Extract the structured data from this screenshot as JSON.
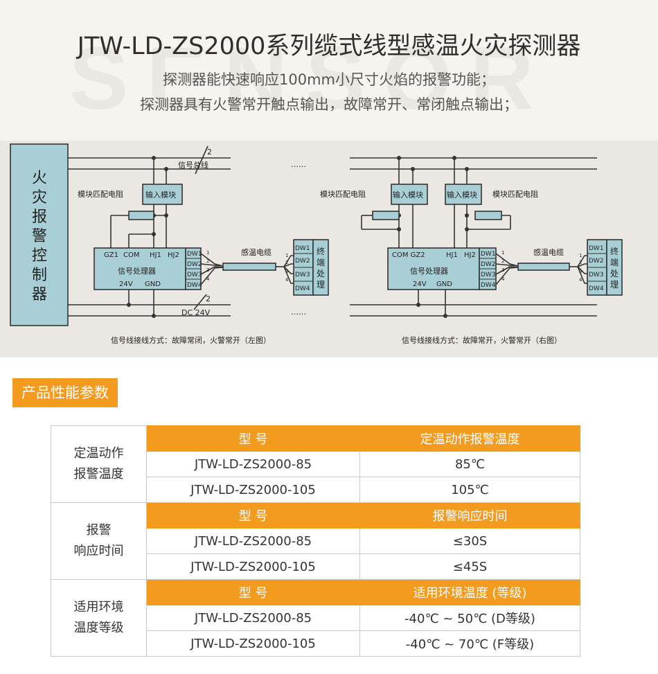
{
  "header": {
    "watermark": "SENSOR",
    "title": "JTW-LD-ZS2000系列缆式线型感温火灾探测器",
    "subtitle_1": "探测器能快速响应100mm小尺寸火焰的报警功能；",
    "subtitle_2": "探测器具有火警常开触点输出，故障常开、常闭触点输出；"
  },
  "diagram": {
    "controller_label": "火灾报警控制器",
    "signal_bus": "信号总线",
    "bus_count": "2",
    "power_label": "DC 24V",
    "ellipsis": "……",
    "module_resistor": "模块匹配电阻",
    "input_module": "输入模块",
    "processor": "信号处理器",
    "cable": "感温电缆",
    "terminal": "终端处理器",
    "pins": {
      "gz1": "GZ1",
      "com": "COM",
      "com_gz2": "COM GZ2",
      "hj1": "HJ1",
      "hj2": "HJ2",
      "v24": "24V",
      "gnd": "GND",
      "dw": [
        "DW1",
        "DW2",
        "DW3",
        "DW4"
      ],
      "wire_nums": [
        "1",
        "2",
        "3",
        "4"
      ]
    },
    "caption_left": "信号线接线方式：故障常闭，火警常开（左图）",
    "caption_right": "信号线接线方式：故障常开，火警常开（右图）"
  },
  "section_title": "产品性能参数",
  "table": {
    "model_header": "型 号",
    "groups": [
      {
        "label_lines": [
          "定温动作",
          "报警温度"
        ],
        "value_header": "定温动作报警温度",
        "rows": [
          {
            "model": "JTW-LD-ZS2000-85",
            "value": "85℃"
          },
          {
            "model": "JTW-LD-ZS2000-105",
            "value": "105℃"
          }
        ]
      },
      {
        "label_lines": [
          "报警",
          "响应时间"
        ],
        "value_header": "报警响应时间",
        "rows": [
          {
            "model": "JTW-LD-ZS2000-85",
            "value": "≤30S"
          },
          {
            "model": "JTW-LD-ZS2000-105",
            "value": "≤45S"
          }
        ]
      },
      {
        "label_lines": [
          "适用环境",
          "温度等级"
        ],
        "value_header": "适用环境温度 (等级)",
        "rows": [
          {
            "model": "JTW-LD-ZS2000-85",
            "value": "-40℃ ~ 50℃ (D等级)"
          },
          {
            "model": "JTW-LD-ZS2000-105",
            "value": "-40℃ ~ 70℃ (F等级)"
          }
        ]
      }
    ]
  },
  "colors": {
    "accent": "#f29b1e",
    "box_fill": "#a9cfd6",
    "diagram_bg": "#ebe7e2"
  }
}
